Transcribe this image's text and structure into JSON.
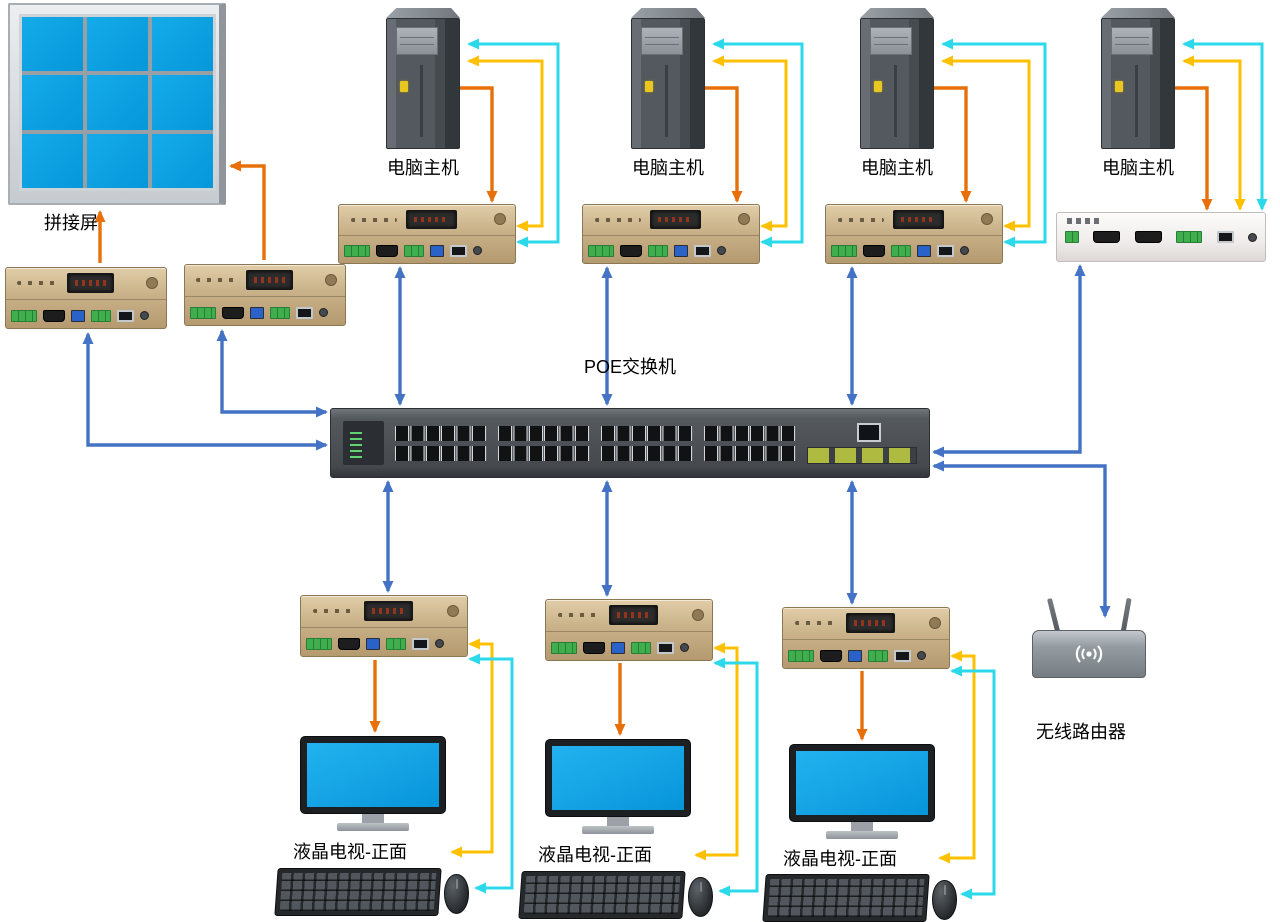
{
  "labels": {
    "video_wall": "拼接屏",
    "poe_switch": "POE交换机",
    "router": "无线路由器"
  },
  "computers": [
    {
      "label": "电脑主机"
    },
    {
      "label": "电脑主机"
    },
    {
      "label": "电脑主机"
    },
    {
      "label": "电脑主机"
    }
  ],
  "tvs": [
    {
      "label": "液晶电视-正面"
    },
    {
      "label": "液晶电视-正面"
    },
    {
      "label": "液晶电视-正面"
    }
  ],
  "colors": {
    "network_link": "#4472C4",
    "video_link": "#E8700A",
    "keyboard_link": "#FFC000",
    "mouse_link": "#2BD9EA",
    "screen_blue": "#0AA2E4"
  }
}
